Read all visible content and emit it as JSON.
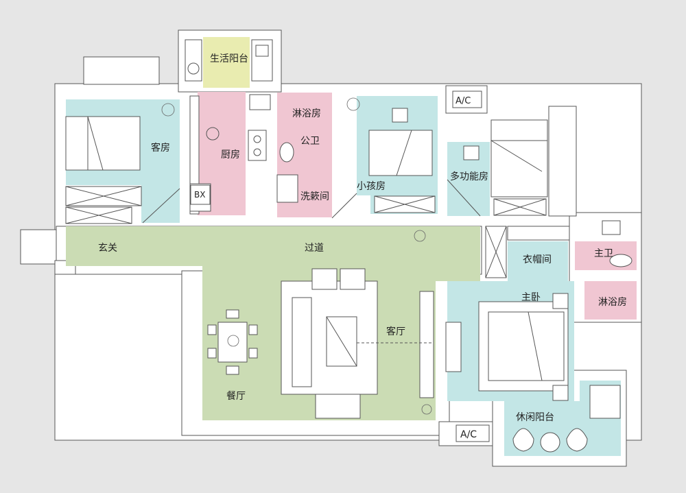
{
  "colors": {
    "background": "#e6e6e6",
    "wall": "#ffffff",
    "bedroom_zone": "#c3e6e6",
    "wet_zone": "#f0c6d2",
    "living_zone": "#cbdcb4",
    "service_balcony": "#e9ecb0"
  },
  "rooms": {
    "service_balcony": "生活阳台",
    "guest_room": "客房",
    "kitchen": "厨房",
    "shower_room_1": "淋浴房",
    "public_bath": "公卫",
    "laundry": "洗簌间",
    "kids_room": "小孩房",
    "multi_room": "多功能房",
    "entrance": "玄关",
    "corridor": "过道",
    "cloakroom": "衣帽间",
    "master_bath": "主卫",
    "master_bedroom": "主卧",
    "shower_room_2": "淋浴房",
    "living_room": "客厅",
    "dining_room": "餐厅",
    "leisure_balcony": "休闲阳台"
  },
  "labels": {
    "fridge": "BX",
    "ac_top": "A/C",
    "ac_bottom": "A/C"
  }
}
